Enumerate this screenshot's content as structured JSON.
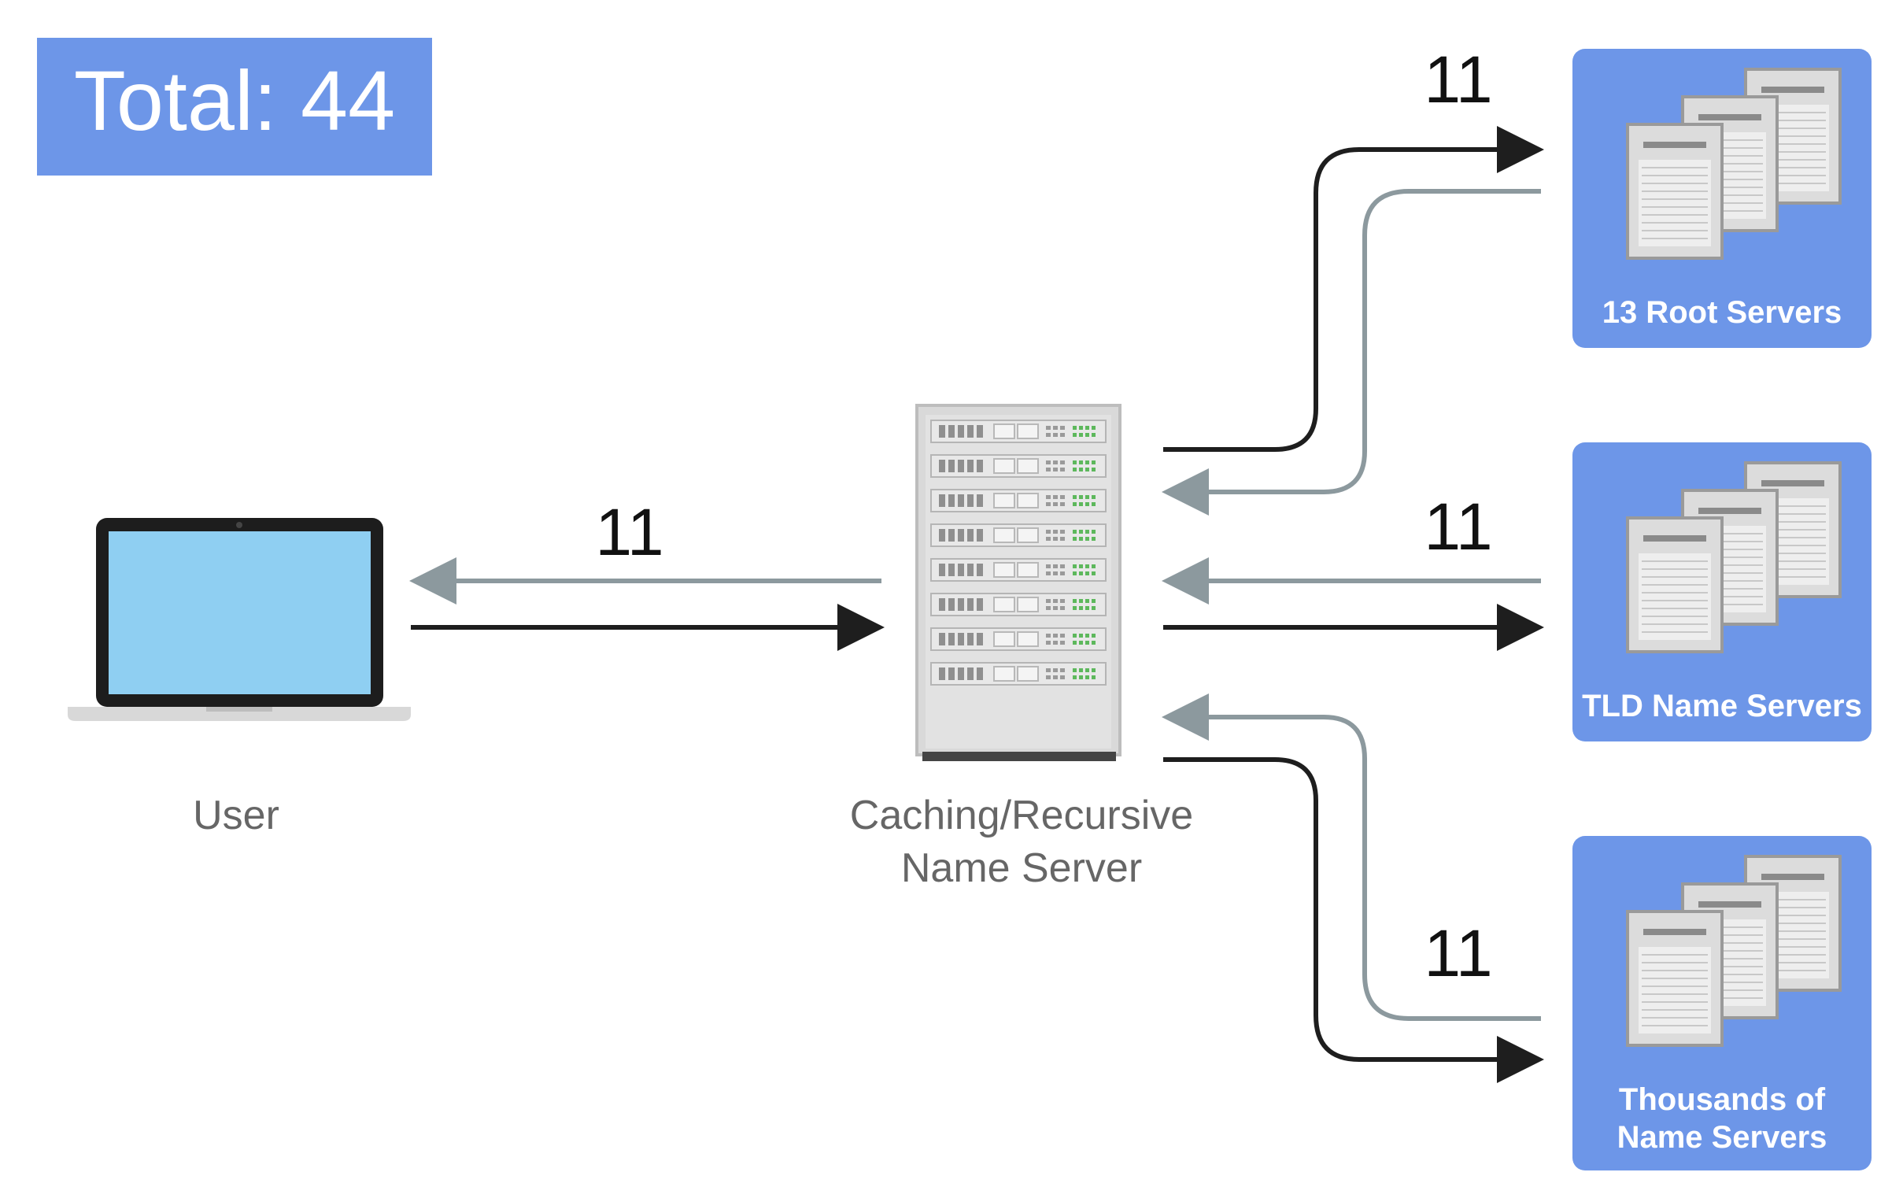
{
  "total": {
    "label": "Total: 44"
  },
  "user": {
    "label": "User"
  },
  "resolver": {
    "label_line1": "Caching/Recursive",
    "label_line2": "Name Server"
  },
  "servers": [
    {
      "label_line1": "13 Root Servers",
      "label_line2": ""
    },
    {
      "label_line1": "TLD Name Servers",
      "label_line2": ""
    },
    {
      "label_line1": "Thousands of",
      "label_line2": "Name Servers"
    }
  ],
  "counts": {
    "user_link": "11",
    "root_link": "11",
    "tld_link": "11",
    "auth_link": "11"
  },
  "colors": {
    "box_blue": "#6d96e8",
    "request_arrow": "#1e1e1e",
    "response_arrow": "#8c999e",
    "label_gray": "#666666",
    "screen_blue": "#8fcff2"
  }
}
